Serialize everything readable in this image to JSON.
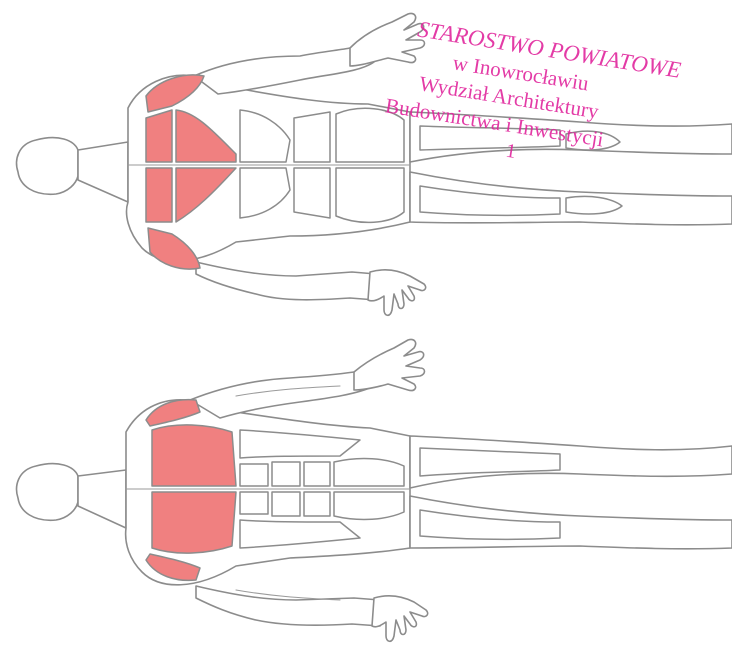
{
  "figure": {
    "highlight_color": "#f08080",
    "outline_color": "#8c8c8c",
    "views": [
      {
        "name": "back view",
        "highlighted_muscles": [
          "trapezius",
          "deltoids",
          "latissimus dorsi"
        ]
      },
      {
        "name": "front view",
        "highlighted_muscles": [
          "pectoralis major",
          "deltoids"
        ]
      }
    ]
  },
  "stamp": {
    "color": "#e0209a",
    "lines": [
      "STAROSTWO POWIATOWE",
      "w Inowrocławiu",
      "Wydział Architektury",
      "Budownictwa i Inwestycji",
      "1"
    ]
  }
}
